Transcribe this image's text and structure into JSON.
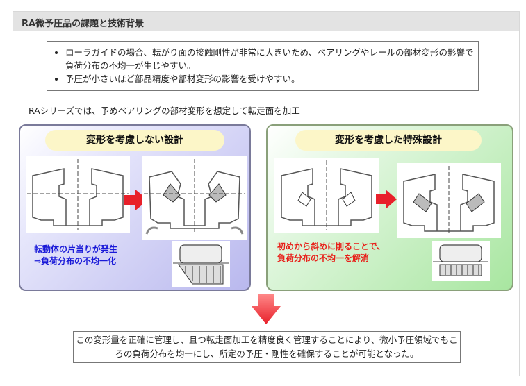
{
  "header": {
    "title": "RA微予圧品の課題と技術背景"
  },
  "notes": [
    "ローラガイドの場合、転がり面の接触剛性が非常に大きいため、ベアリングやレールの部材変形の影響で負荷分布の不均一が生じやすい。",
    "予圧が小さいほど部品精度や部材変形の影響を受けやすい。"
  ],
  "intro": "RAシリーズでは、予めベアリングの部材変形を想定して転走面を加工",
  "left_panel": {
    "title": "変形を考慮しない設計",
    "caption_line1": "転動体の片当りが発生",
    "caption_line2": "⇒負荷分布の不均一化"
  },
  "right_panel": {
    "title": "変形を考慮した特殊設計",
    "caption_line1": "初めから斜めに削ることで、",
    "caption_line2": "負荷分布の不均一を解消"
  },
  "conclusion": "この変形量を正確に管理し、且つ転走面加工を精度良く管理することにより、微小予圧領域でもころの負荷分布を均一にし、所定の予圧・剛性を確保することが可能となった。",
  "colors": {
    "arrow": "#e8202a",
    "left_caption": "#1a1ad8",
    "right_caption": "#e8201a"
  }
}
